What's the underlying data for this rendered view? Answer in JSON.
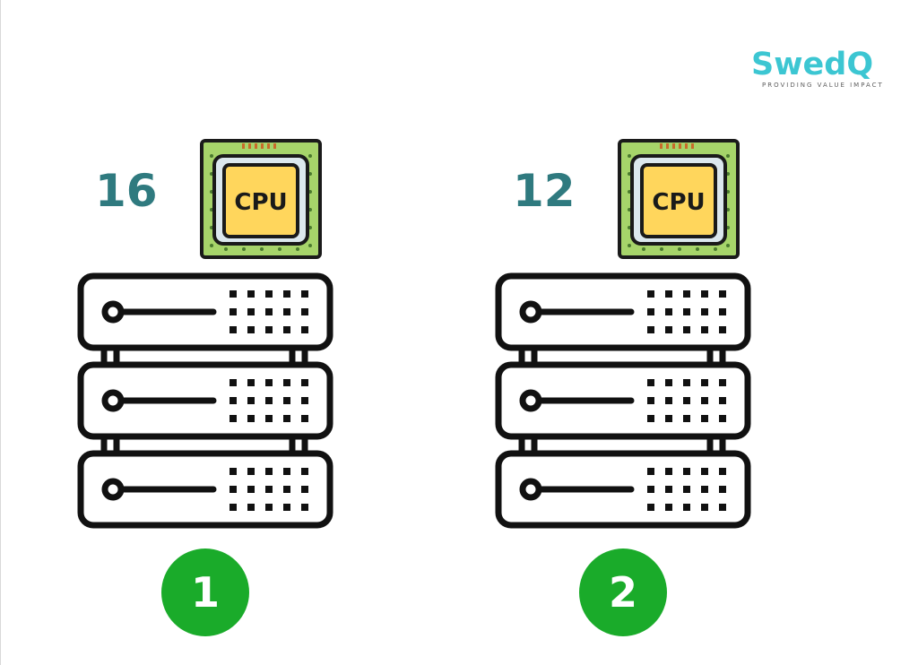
{
  "brand": {
    "name": "SwedQ",
    "tagline": "PROVIDING VALUE IMPACT"
  },
  "colors": {
    "brand": "#3cc6d2",
    "count_text": "#2f7a7f",
    "badge": "#1aab2a",
    "chip_green": "#a6d46a",
    "chip_core": "#ffd65c",
    "chip_inner": "#dce8ee"
  },
  "servers": [
    {
      "cpu_count": "16",
      "cpu_label": "CPU",
      "badge": "1"
    },
    {
      "cpu_count": "12",
      "cpu_label": "CPU",
      "badge": "2"
    }
  ]
}
